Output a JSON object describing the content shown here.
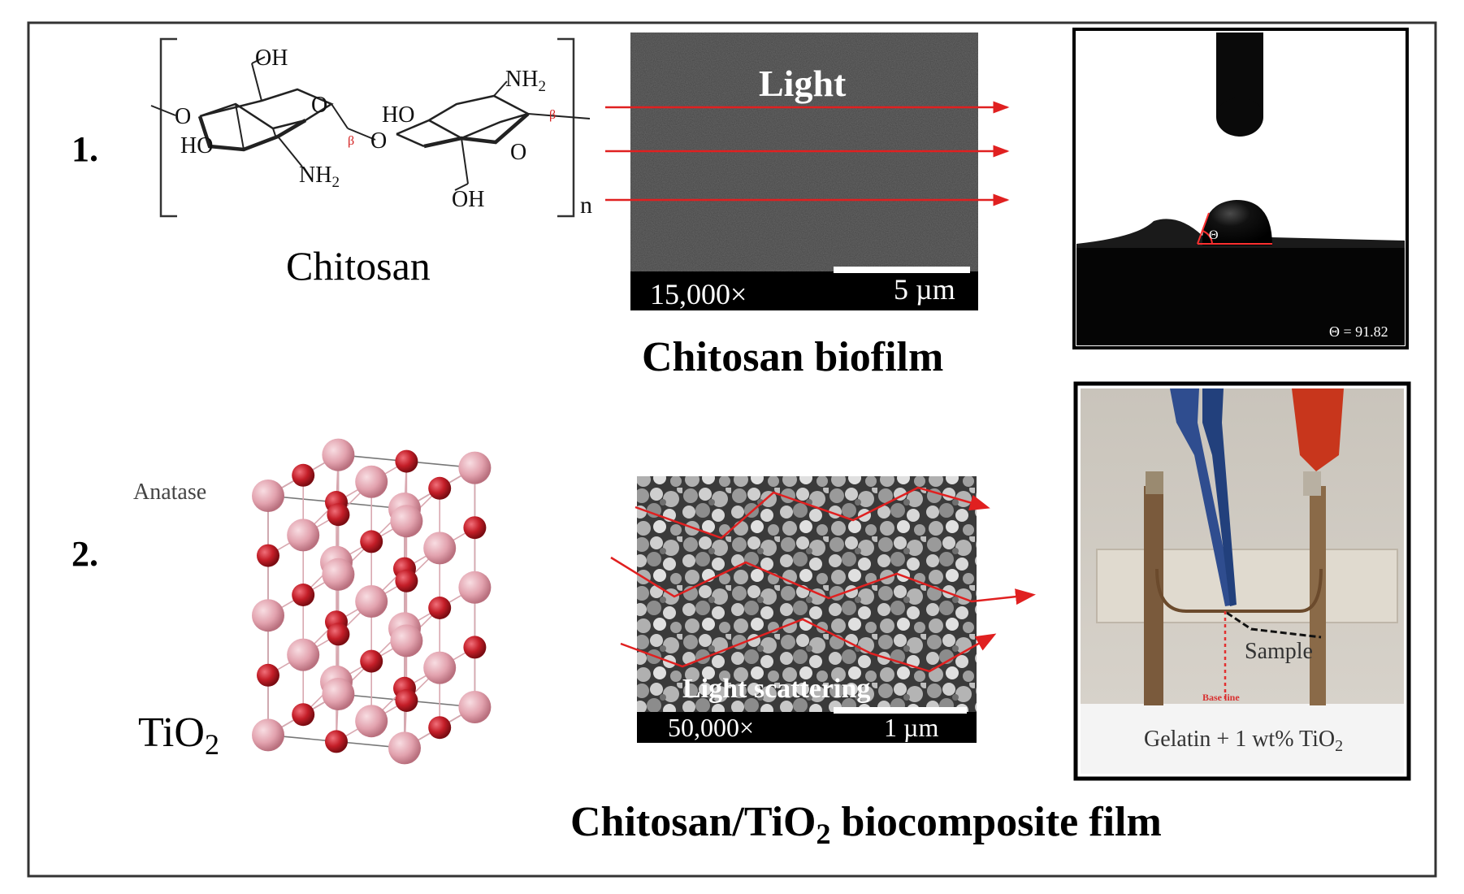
{
  "row1": {
    "number": "1.",
    "chitosan_label": "Chitosan",
    "chitosan_atoms": {
      "OH_top": "OH",
      "O_ring1": "O",
      "O_left": "O",
      "HO_left": "HO",
      "NH_bottom": "NH",
      "NH_sub": "2",
      "beta1": "β",
      "O_link": "O",
      "HO_mid": "HO",
      "NH_top": "NH",
      "NH_top_sub": "2",
      "beta2": "β",
      "O_ring2": "O",
      "OH_bottom": "OH",
      "n": "n"
    },
    "sem": {
      "light_label": "Light",
      "magnification": "15,000×",
      "scale": "5 µm"
    },
    "caption": "Chitosan biofilm",
    "contact_angle": "Θ = 91.82",
    "theta_symbol": "Θ"
  },
  "row2": {
    "number": "2.",
    "anatase_label": "Anatase",
    "tio2_label": "TiO",
    "tio2_sub": "2",
    "sem": {
      "scatter_label": "Light scattering",
      "magnification": "50,000×",
      "scale": "1 µm"
    },
    "photo": {
      "sample_label": "Sample",
      "baseline_label": "Base line",
      "caption_main": "Gelatin + 1 wt% TiO",
      "caption_sub": "2"
    },
    "caption_main": "Chitosan/TiO",
    "caption_sub": "2",
    "caption_rest": " biocomposite film"
  },
  "colors": {
    "arrow_red": "#e02020",
    "ti_atom": "#e8a9b4",
    "o_atom": "#c9202a",
    "border": "#333333"
  }
}
